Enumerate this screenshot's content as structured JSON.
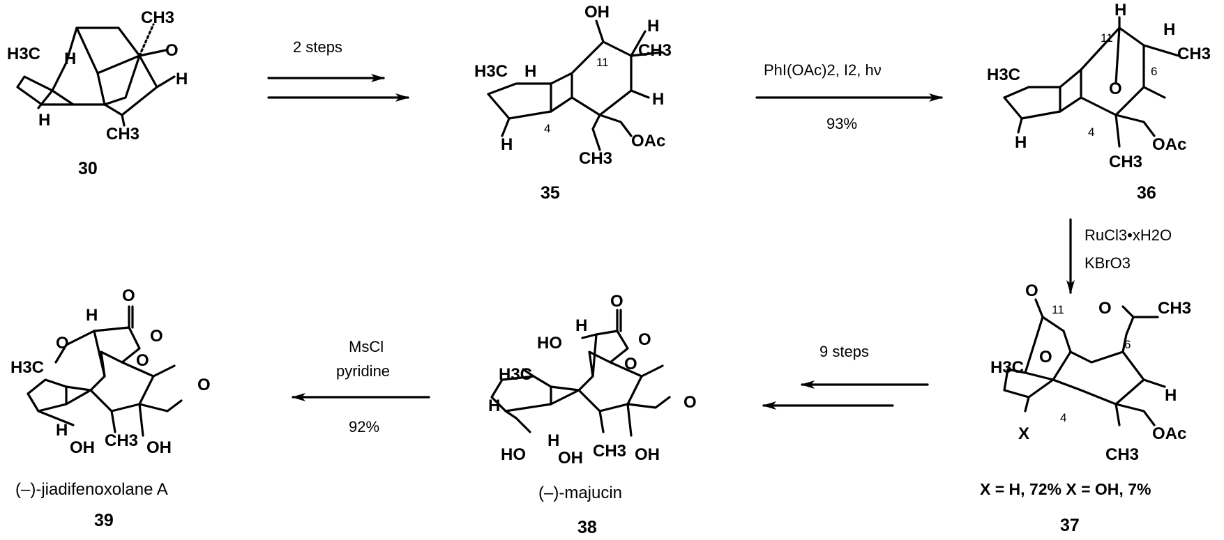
{
  "compounds": {
    "c30": {
      "label": "30",
      "atoms": {
        "me_top": "CH3",
        "o": "O",
        "h3c": "H3C",
        "h_ring": "H",
        "h_right": "H",
        "h_low": "H",
        "me_bottom": "CH3"
      }
    },
    "c35": {
      "label": "35",
      "atoms": {
        "oh": "OH",
        "h_top": "H",
        "me_right": "CH3",
        "h3c": "H3C",
        "h_ring": "H",
        "h_right": "H",
        "h_low": "H",
        "me_bottom": "CH3",
        "oac": "OAc"
      },
      "numbers": {
        "n11": "11",
        "n4": "4"
      }
    },
    "c36": {
      "label": "36",
      "atoms": {
        "h_top": "H",
        "me_right": "CH3",
        "h3c": "H3C",
        "o": "O",
        "h_right": "H",
        "h_low": "H",
        "me_bottom": "CH3",
        "oac": "OAc"
      },
      "numbers": {
        "n11": "11",
        "n6": "6",
        "n4": "4"
      }
    },
    "c37": {
      "label": "37",
      "atoms": {
        "o_carbonyl": "O",
        "o_ketone": "O",
        "me_ketone": "CH3",
        "h3c": "H3C",
        "o_ring": "O",
        "h_right": "H",
        "x": "X",
        "me_bottom": "CH3",
        "oac": "OAc"
      },
      "numbers": {
        "n11": "11",
        "n6": "6",
        "n4": "4"
      },
      "yields": "X = H, 72% X = OH, 7%"
    },
    "c38": {
      "label": "38",
      "name": "(–)-majucin",
      "atoms": {
        "o_top": "O",
        "h_top": "H",
        "ho_top": "HO",
        "o_ester": "O",
        "o_ester2": "O",
        "h3c": "H3C",
        "o_keto": "O",
        "h_left": "H",
        "ho_b1": "HO",
        "h_b": "H",
        "oh_b2": "OH",
        "ch3_b": "CH3",
        "oh_b3": "OH"
      }
    },
    "c39": {
      "label": "39",
      "name": "(–)-jiadifenoxolane A",
      "atoms": {
        "o_top": "O",
        "h_top": "H",
        "o_ring": "O",
        "o_ester": "O",
        "o_ester2": "O",
        "h3c": "H3C",
        "o_keto": "O",
        "h_low": "H",
        "oh_b1": "OH",
        "ch3_b": "CH3",
        "oh_b2": "OH"
      }
    }
  },
  "arrows": {
    "step1": {
      "above": "2 steps"
    },
    "step2": {
      "above_reagents": "PhI(OAc)2, I2, hν",
      "below": "93%"
    },
    "step3": {
      "line1": "RuCl3•xH2O",
      "line2": "KBrO3"
    },
    "step4": {
      "above": "9 steps"
    },
    "step5": {
      "line1": "MsCl",
      "line2": "pyridine",
      "below": "92%"
    }
  }
}
